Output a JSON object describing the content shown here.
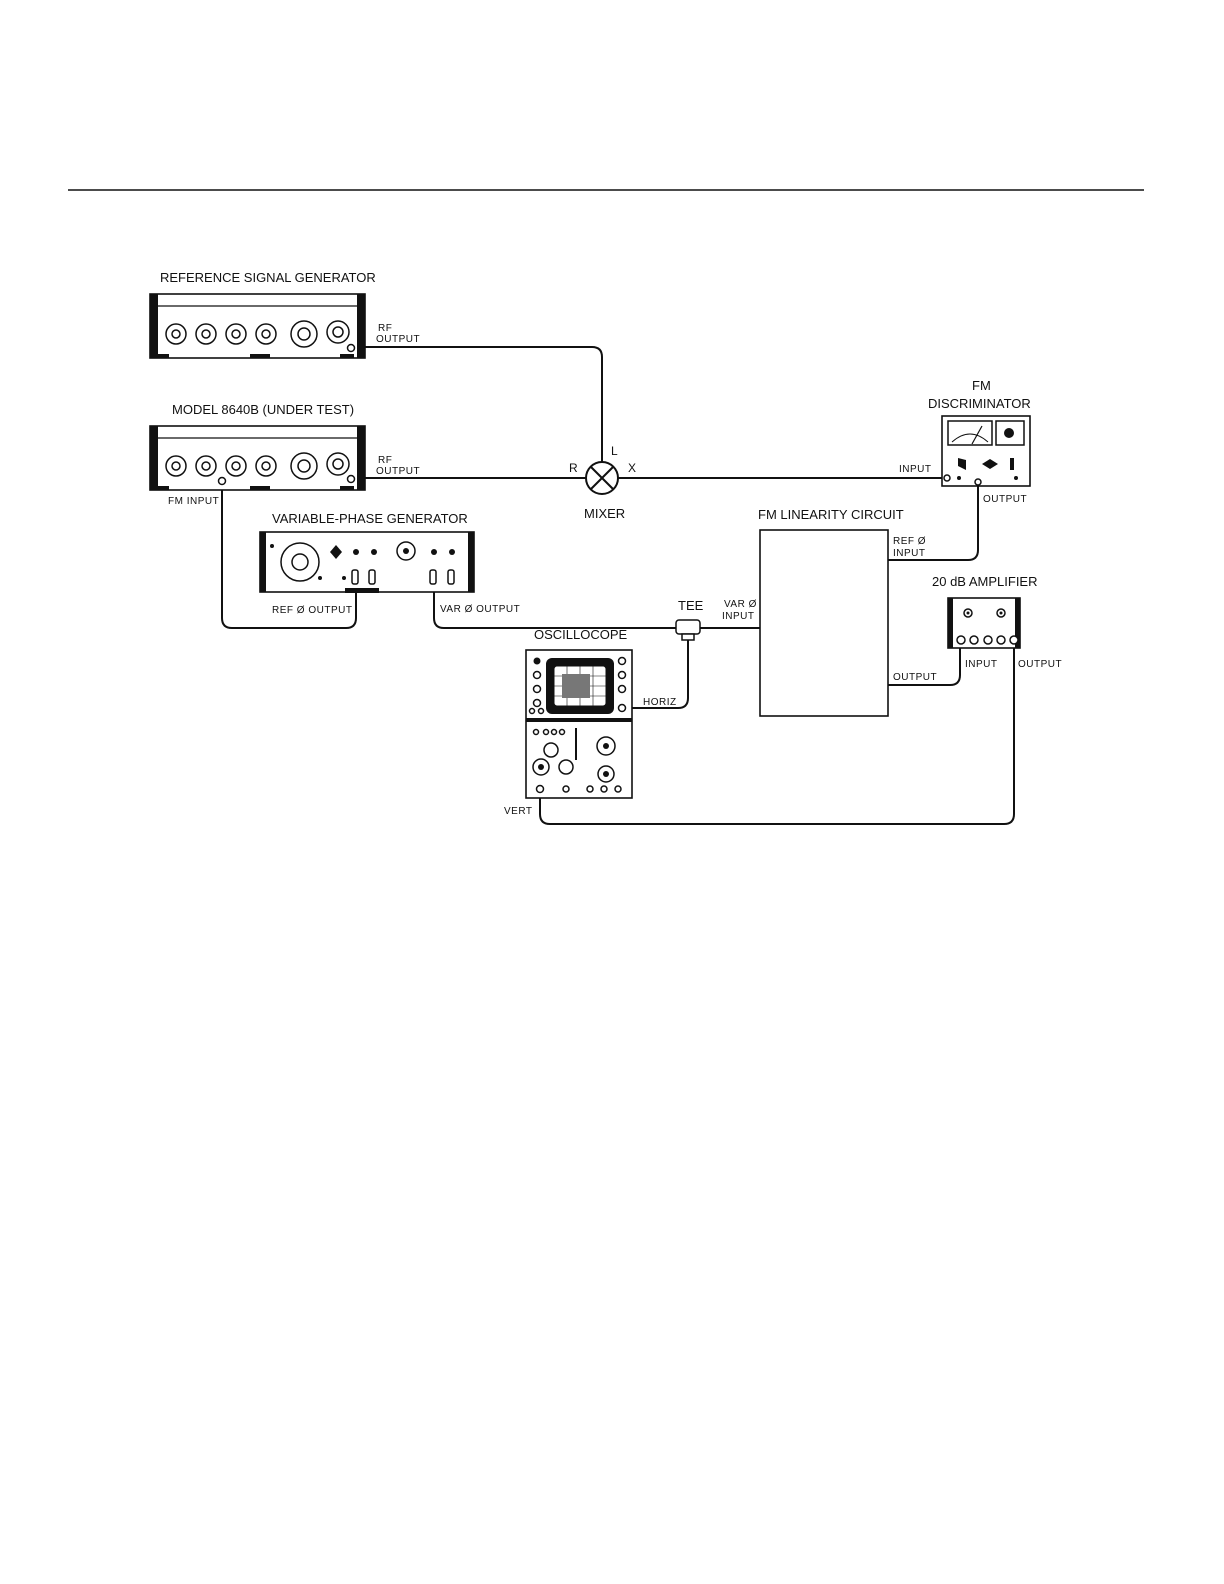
{
  "instruments": {
    "ref_gen": "REFERENCE SIGNAL GENERATOR",
    "dut": "MODEL 8640B (UNDER TEST)",
    "var_phase_gen": "VARIABLE-PHASE GENERATOR",
    "mixer": "MIXER",
    "fm_discriminator": [
      "FM",
      "DISCRIMINATOR"
    ],
    "fm_linearity": "FM LINEARITY CIRCUIT",
    "amplifier": "20 dB AMPLIFIER",
    "oscilloscope": "OSCILLOCOPE",
    "tee": "TEE"
  },
  "ports": {
    "ref_rf_output": [
      "RF",
      "OUTPUT"
    ],
    "dut_rf_output": [
      "RF",
      "OUTPUT"
    ],
    "fm_input": "FM INPUT",
    "ref_phase_output": "REF Ø OUTPUT",
    "var_phase_output": "VAR Ø OUTPUT",
    "mixer_r": "R",
    "mixer_l": "L",
    "mixer_x": "X",
    "disc_input": "INPUT",
    "disc_output": "OUTPUT",
    "lin_ref_input": [
      "REF Ø",
      "INPUT"
    ],
    "lin_var_input": [
      "VAR Ø",
      "INPUT"
    ],
    "lin_output": "OUTPUT",
    "amp_input": "INPUT",
    "amp_output": "OUTPUT",
    "scope_horiz": "HORIZ",
    "scope_vert": "VERT"
  }
}
